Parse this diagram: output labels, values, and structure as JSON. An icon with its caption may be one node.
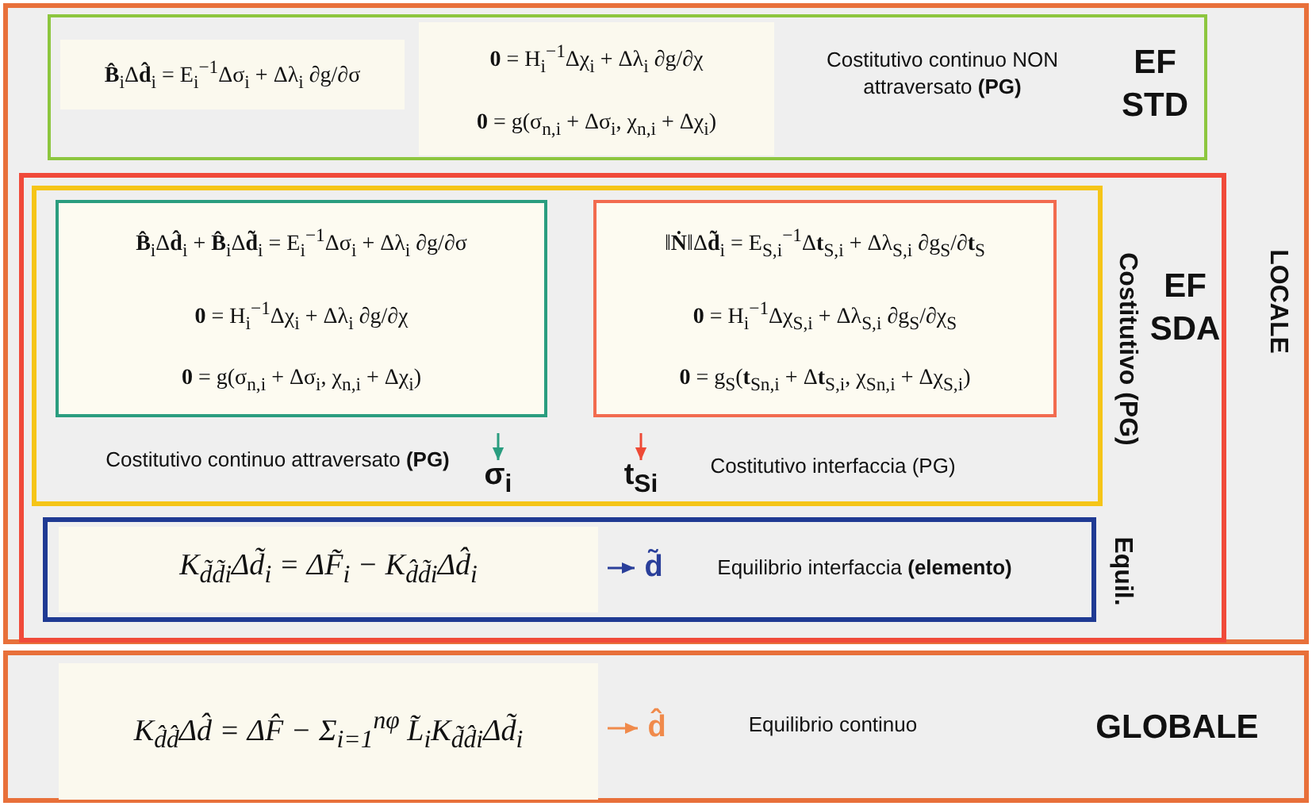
{
  "diagram": {
    "nodes": [
      {
        "text": [
          "LOCALE"
        ]
      },
      {
        "text": [
          "**B̂**$_{i}$Δ**d̂**$_{i}$ = E$_{i}$$^{−1}$Δσ$_{i}$ + Δλ$_{i}$ ∂g/∂σ",
          "**0** = H$_{i}$$^{−1}$Δχ$_{i}$ + Δλ$_{i}$ ∂g/∂χ",
          "**0** = g(σ$_{n,i}$ + Δσ$_{i}$, χ$_{n,i}$ + Δχ$_{i}$)",
          "Costitutivo continuo NON attraversato **(PG)**",
          "EF STD"
        ],
        "in": 0
      },
      {
        "text": [
          "EF SDA"
        ],
        "in": 0
      },
      {
        "text": [],
        "shape": "box",
        "beside": [
          "Costitutivo (PG)"
        ],
        "in": 2
      },
      {
        "text": [
          "**B̂**$_{i}$Δ**d̂**$_{i}$ + **B̂**$_{i}$Δ**d̃**$_{i}$ = E$_{i}$$^{−1}$Δσ$_{i}$ + Δλ$_{i}$ ∂g/∂σ",
          "**0** = H$_{i}$$^{−1}$Δχ$_{i}$ + Δλ$_{i}$ ∂g/∂χ",
          "**0** = g(σ$_{n,i}$ + Δσ$_{i}$, χ$_{n,i}$ + Δχ$_{i}$)"
        ],
        "beside": [
          "Costitutivo continuo attraversato **(PG)**"
        ],
        "in": 3
      },
      {
        "text": [
          "‖**Ṅ**‖Δ**d̃**$_{i}$ = E$_{S,i}$$^{−1}$Δ**t**$_{S,i}$ + Δλ$_{S,i}$ ∂g$_{S}$/∂**t**$_{S}$",
          "**0** = H$_{i}$$^{−1}$Δχ$_{S,i}$ + Δλ$_{S,i}$ ∂g$_{S}$/∂χ$_{S}$",
          "**0** = g$_{S}$(**t**$_{Sn,i}$ + Δ**t**$_{S,i}$, χ$_{Sn,i}$ + Δχ$_{S,i}$)"
        ],
        "beside": [
          "Costitutivo interfaccia (PG)"
        ],
        "in": 3
      },
      {
        "text": [
          "σ$_{i}$"
        ],
        "in": 3
      },
      {
        "text": [
          "**t**$_{Si}$"
        ],
        "in": 3
      },
      {
        "text": [
          "Equilibrio interfaccia **(elemento)**"
        ],
        "beside": [
          "Equil."
        ],
        "in": 2
      },
      {
        "text": [
          "K$_{d̃d̃i}$Δd̃$_{i}$ = ΔF̃$_{i}$ − K$_{d̂d̃i}$Δd̂$_{i}$"
        ],
        "in": 8
      },
      {
        "text": [
          "d̃"
        ],
        "in": 8
      },
      {
        "text": [
          "Equilibrio continuo",
          "GLOBALE"
        ]
      },
      {
        "text": [
          "K$_{d̂d̂}$Δd̂ = ΔF̂ − Σ$_{i=1}$$^{nφ}$ L̃$_{i}$K$_{d̃d̂i}$Δd̃$_{i}$"
        ],
        "in": 11
      },
      {
        "text": [
          "d̂"
        ],
        "in": 11
      }
    ],
    "edges": [
      {
        "from": 4,
        "to": 6,
        "arrow": "to",
        "color": "#2a9d7f"
      },
      {
        "from": 5,
        "to": 7,
        "arrow": "to",
        "color": "#ee4a36"
      },
      {
        "from": 9,
        "to": 10,
        "arrow": "to",
        "color": "#2a3f9a"
      },
      {
        "from": 12,
        "to": 13,
        "arrow": "to",
        "color": "#f08a4b"
      }
    ]
  }
}
